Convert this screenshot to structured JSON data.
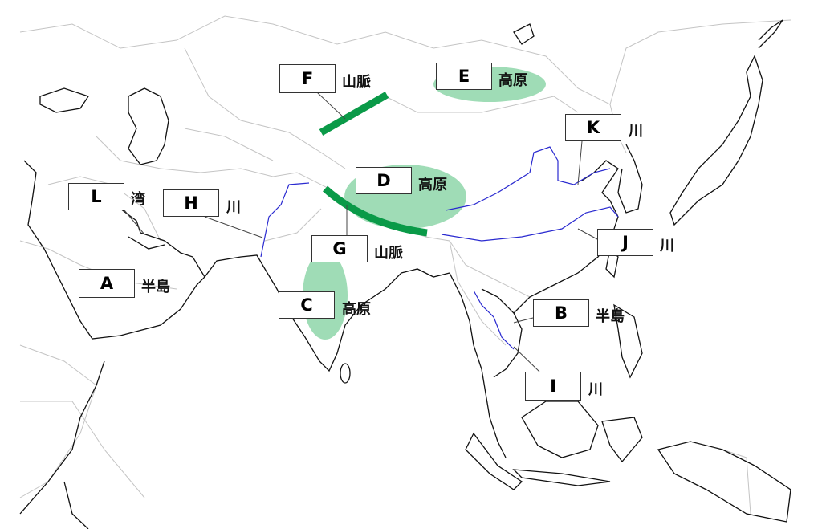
{
  "colors": {
    "region_fill": "#9fdcb6",
    "mountain": "#0a9a48",
    "river": "#2a2ad0",
    "coast": "#111111",
    "border": "#bdbdbd"
  },
  "labels": [
    {
      "id": "F",
      "letter": "F",
      "suffix": "山脈"
    },
    {
      "id": "E",
      "letter": "E",
      "suffix": "高原"
    },
    {
      "id": "K",
      "letter": "K",
      "suffix": "川"
    },
    {
      "id": "D",
      "letter": "D",
      "suffix": "高原"
    },
    {
      "id": "L",
      "letter": "L",
      "suffix": "湾"
    },
    {
      "id": "H",
      "letter": "H",
      "suffix": "川"
    },
    {
      "id": "G",
      "letter": "G",
      "suffix": "山脈"
    },
    {
      "id": "A",
      "letter": "A",
      "suffix": "半島"
    },
    {
      "id": "C",
      "letter": "C",
      "suffix": "高原"
    },
    {
      "id": "B",
      "letter": "B",
      "suffix": "半島"
    },
    {
      "id": "J",
      "letter": "J",
      "suffix": "川"
    },
    {
      "id": "I",
      "letter": "I",
      "suffix": "川"
    }
  ]
}
